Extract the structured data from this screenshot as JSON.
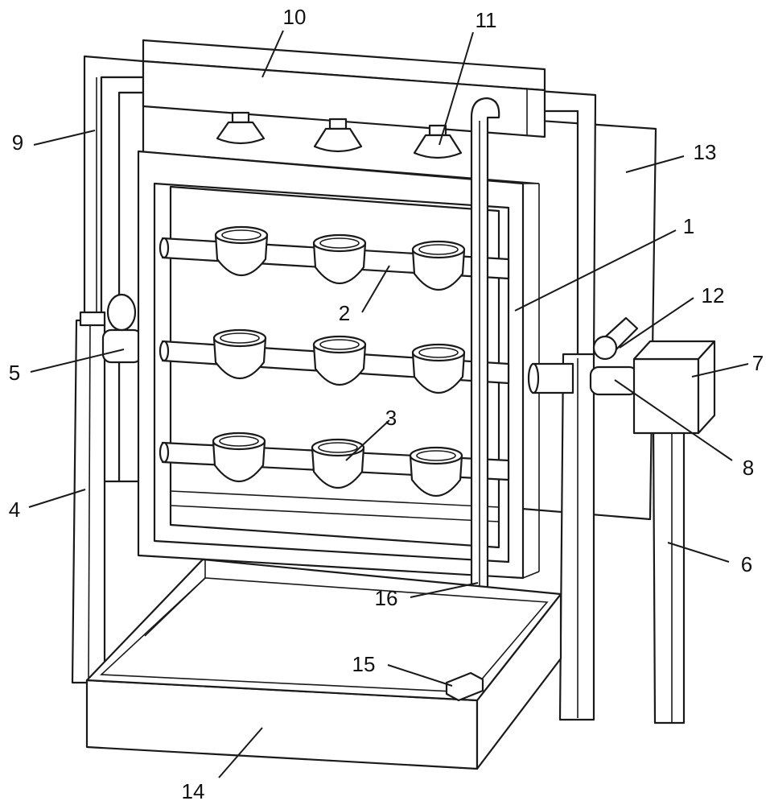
{
  "labels": {
    "l1": "1",
    "l2": "2",
    "l3": "3",
    "l4": "4",
    "l5": "5",
    "l6": "6",
    "l7": "7",
    "l8": "8",
    "l9": "9",
    "l10": "10",
    "l11": "11",
    "l12": "12",
    "l13": "13",
    "l14": "14",
    "l15": "15",
    "l16": "16"
  },
  "colors": {
    "line": "#1a1a1a",
    "fill": "#ffffff"
  }
}
